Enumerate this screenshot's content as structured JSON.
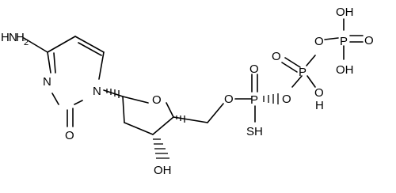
{
  "diagram": {
    "type": "chemical-structure",
    "atom_labels": {
      "nh2_h2": "H",
      "nh2_n": "N",
      "nh2_h": "H",
      "nh2_2": "2",
      "ring_n3": "N",
      "ring_n1": "N",
      "carbonyl_o": "O",
      "ring_o": "O",
      "hydroxyl": "OH",
      "ester_o": "O",
      "p1": "P",
      "p1_oxo": "O",
      "thiol": "SH",
      "bridge_o1": "O",
      "p2": "P",
      "p2_oxo": "O",
      "p2_oh_o": "O",
      "p2_oh_h": "H",
      "bridge_o2": "O",
      "p3": "P",
      "p3_top_oh": "OH",
      "p3_oxo": "O",
      "p3_bottom_oh": "OH"
    }
  }
}
